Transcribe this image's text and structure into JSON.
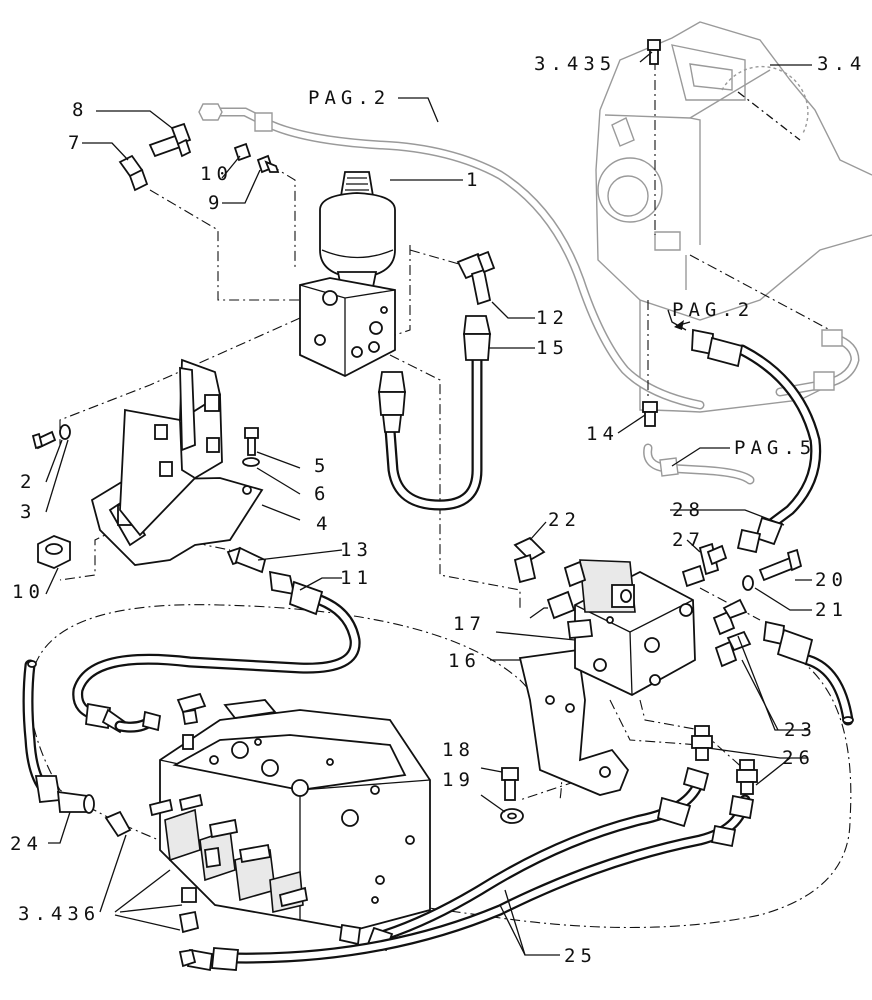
{
  "diagram": {
    "callouts": [
      {
        "id": "c1",
        "text": "1"
      },
      {
        "id": "c2",
        "text": "2"
      },
      {
        "id": "c3",
        "text": "3"
      },
      {
        "id": "c4",
        "text": "4"
      },
      {
        "id": "c5",
        "text": "5"
      },
      {
        "id": "c6",
        "text": "6"
      },
      {
        "id": "c7",
        "text": "7"
      },
      {
        "id": "c8",
        "text": "8"
      },
      {
        "id": "c9",
        "text": "9"
      },
      {
        "id": "c10a",
        "text": "10"
      },
      {
        "id": "c10b",
        "text": "10"
      },
      {
        "id": "c11",
        "text": "11"
      },
      {
        "id": "c12",
        "text": "12"
      },
      {
        "id": "c13",
        "text": "13"
      },
      {
        "id": "c14",
        "text": "14"
      },
      {
        "id": "c15",
        "text": "15"
      },
      {
        "id": "c16",
        "text": "16"
      },
      {
        "id": "c17",
        "text": "17"
      },
      {
        "id": "c18",
        "text": "18"
      },
      {
        "id": "c19",
        "text": "19"
      },
      {
        "id": "c20",
        "text": "20"
      },
      {
        "id": "c21",
        "text": "21"
      },
      {
        "id": "c22",
        "text": "22"
      },
      {
        "id": "c23",
        "text": "23"
      },
      {
        "id": "c24",
        "text": "24"
      },
      {
        "id": "c25",
        "text": "25"
      },
      {
        "id": "c26",
        "text": "26"
      },
      {
        "id": "c27",
        "text": "27"
      },
      {
        "id": "c28",
        "text": "28"
      },
      {
        "id": "c3435",
        "text": "3.435"
      },
      {
        "id": "c34",
        "text": "3.4"
      },
      {
        "id": "c3436",
        "text": "3.436"
      },
      {
        "id": "pag2a",
        "text": "PAG.2"
      },
      {
        "id": "pag2b",
        "text": "PAG.2"
      },
      {
        "id": "pag5",
        "text": "PAG.5"
      }
    ]
  }
}
